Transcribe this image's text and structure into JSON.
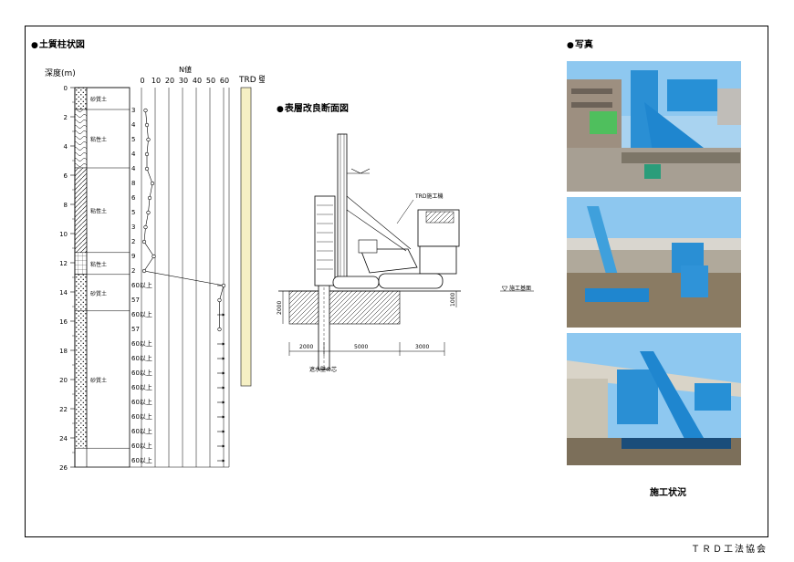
{
  "sections": {
    "boring_log_title": "土質柱状図",
    "cross_section_title": "表層改良断面図",
    "photos_title": "写真"
  },
  "boring_log": {
    "depth_header": "深度(m)",
    "n_value_header": "N値",
    "trd_header": "TRD 壁",
    "depth_ticks": [
      "0",
      "2",
      "4",
      "6",
      "8",
      "10",
      "12",
      "14",
      "16",
      "18",
      "20",
      "22",
      "24",
      "26"
    ],
    "n_scale": [
      "0",
      "10",
      "20",
      "30",
      "40",
      "50",
      "60"
    ],
    "soil_layers": [
      {
        "from": 0,
        "to": 1.5,
        "label": "砂質土"
      },
      {
        "from": 1.5,
        "to": 5.5,
        "label": "粘性土"
      },
      {
        "from": 5.5,
        "to": 11.3,
        "label": "粘性土"
      },
      {
        "from": 11.3,
        "to": 12.8,
        "label": "粘性土"
      },
      {
        "from": 12.8,
        "to": 15.3,
        "label": "砂質土"
      },
      {
        "from": 15.3,
        "to": 24.7,
        "label": "砂質土"
      }
    ],
    "n_values": [
      {
        "depth": 1.5,
        "label": "3",
        "value": 3
      },
      {
        "depth": 2.5,
        "label": "4",
        "value": 4
      },
      {
        "depth": 3.5,
        "label": "5",
        "value": 5
      },
      {
        "depth": 4.5,
        "label": "4",
        "value": 4
      },
      {
        "depth": 5.5,
        "label": "4",
        "value": 4
      },
      {
        "depth": 6.5,
        "label": "8",
        "value": 8
      },
      {
        "depth": 7.5,
        "label": "6",
        "value": 6
      },
      {
        "depth": 8.5,
        "label": "5",
        "value": 5
      },
      {
        "depth": 9.5,
        "label": "3",
        "value": 3
      },
      {
        "depth": 10.5,
        "label": "2",
        "value": 2
      },
      {
        "depth": 11.5,
        "label": "9",
        "value": 9
      },
      {
        "depth": 12.5,
        "label": "2",
        "value": 2
      },
      {
        "depth": 13.5,
        "label": "60以上",
        "value": 60
      },
      {
        "depth": 14.5,
        "label": "57",
        "value": 57
      },
      {
        "depth": 15.5,
        "label": "60以上",
        "value": 60
      },
      {
        "depth": 16.5,
        "label": "57",
        "value": 57
      },
      {
        "depth": 17.5,
        "label": "60以上",
        "value": 60
      },
      {
        "depth": 18.5,
        "label": "60以上",
        "value": 60
      },
      {
        "depth": 19.5,
        "label": "60以上",
        "value": 60
      },
      {
        "depth": 20.5,
        "label": "60以上",
        "value": 60
      },
      {
        "depth": 21.5,
        "label": "60以上",
        "value": 60
      },
      {
        "depth": 22.5,
        "label": "60以上",
        "value": 60
      },
      {
        "depth": 23.5,
        "label": "60以上",
        "value": 60
      },
      {
        "depth": 24.5,
        "label": "60以上",
        "value": 60
      },
      {
        "depth": 25.5,
        "label": "60以上",
        "value": 60
      }
    ]
  },
  "cross_section": {
    "machine_label": "TRD施工機",
    "ground_label": "施工基面",
    "wall_label": "遮水壁の芯",
    "dim_depth": "2000",
    "dim_height": "1000",
    "dim_left": "2000",
    "dim_mid": "5000",
    "dim_right": "3000"
  },
  "photo_caption": "施工状況",
  "footer": "ＴＲＤ工法協会",
  "colors": {
    "trd_wall": "#f6f0c4",
    "sky": "#8ec8f0",
    "machine_blue": "#1f86cf",
    "ground": "#7a6a55"
  }
}
